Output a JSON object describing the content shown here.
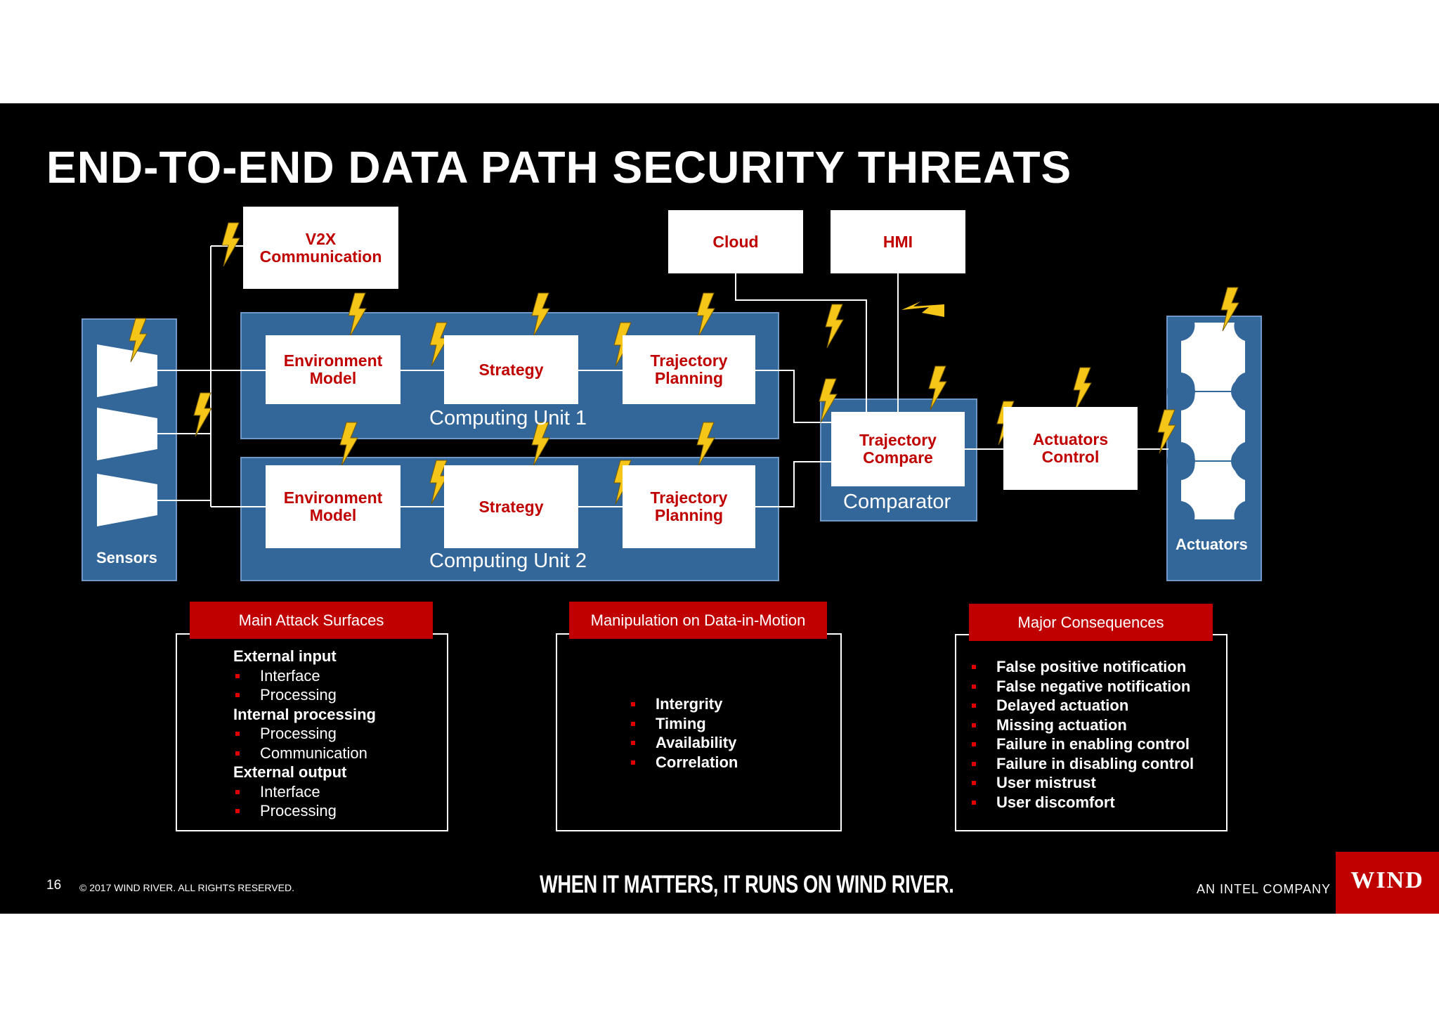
{
  "title": "END-TO-END DATA PATH SECURITY THREATS",
  "colors": {
    "accent": "#c00000",
    "unit_blue": "#336699",
    "threat_bolt": "#f5c518",
    "background": "#000000"
  },
  "icons": {
    "threat": "lightning-bolt-icon",
    "sensor": "sensor-trapezoid-icon",
    "actuator": "actuator-gear-icon"
  },
  "boxes": {
    "v2x": "V2X\nCommunication",
    "cloud": "Cloud",
    "hmi": "HMI",
    "env_model": "Environment\nModel",
    "strategy": "Strategy",
    "trajectory_planning": "Trajectory\nPlanning",
    "trajectory_compare": "Trajectory\nCompare",
    "actuators_control": "Actuators\nControl"
  },
  "labels": {
    "computing_unit_1": "Computing Unit 1",
    "computing_unit_2": "Computing Unit 2",
    "comparator": "Comparator",
    "sensors": "Sensors",
    "actuators": "Actuators"
  },
  "panels": {
    "attack": {
      "tab": "Main Attack Surfaces",
      "items": [
        {
          "type": "h",
          "text": "External input"
        },
        {
          "type": "b",
          "text": "Interface"
        },
        {
          "type": "b",
          "text": "Processing"
        },
        {
          "type": "h",
          "text": "Internal processing"
        },
        {
          "type": "b",
          "text": "Processing"
        },
        {
          "type": "b",
          "text": "Communication"
        },
        {
          "type": "h",
          "text": "External output"
        },
        {
          "type": "b",
          "text": "Interface"
        },
        {
          "type": "b",
          "text": "Processing"
        }
      ]
    },
    "manipulation": {
      "tab": "Manipulation on Data-in-Motion",
      "items": [
        "Intergrity",
        "Timing",
        "Availability",
        "Correlation"
      ]
    },
    "consequences": {
      "tab": "Major Consequences",
      "items": [
        "False positive notification",
        "False negative notification",
        "Delayed actuation",
        "Missing actuation",
        "Failure in enabling control",
        "Failure in disabling control",
        "User mistrust",
        "User discomfort"
      ]
    }
  },
  "footer": {
    "page_number": "16",
    "copyright": "© 2017 WIND RIVER. ALL RIGHTS RESERVED.",
    "tagline": "WHEN IT MATTERS, IT RUNS ON WIND RIVER.",
    "company": "AN INTEL COMPANY",
    "logo": "WIND"
  }
}
